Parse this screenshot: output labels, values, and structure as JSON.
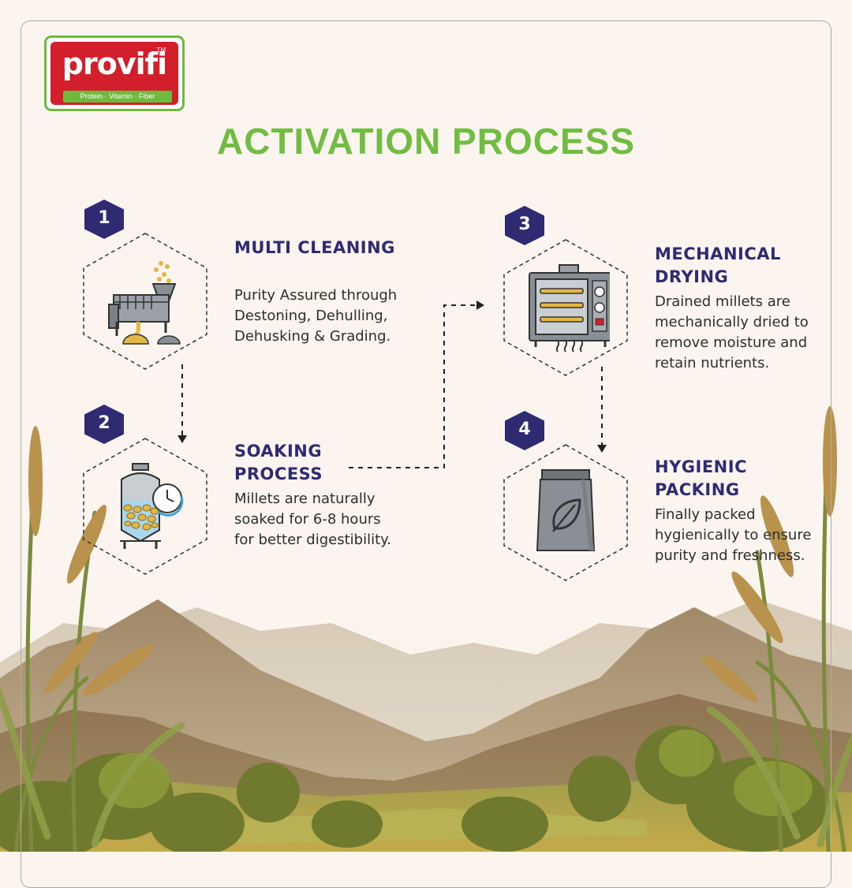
{
  "brand": {
    "name": "provifi",
    "trademark": "TM",
    "tagline": "Protein · Vitamin · Fiber",
    "colors": {
      "red": "#d21f2b",
      "green": "#6cbb3c"
    }
  },
  "title": "ACTIVATION PROCESS",
  "colors": {
    "title": "#71bd44",
    "heading": "#2f2a72",
    "badge": "#2f2a72",
    "background": "#fbf4ef"
  },
  "steps": [
    {
      "number": "1",
      "heading": "MULTI CLEANING",
      "description": "Purity Assured through Destoning, Dehulling, Dehusking & Grading.",
      "icon": "cleaning-machine-icon"
    },
    {
      "number": "2",
      "heading": "SOAKING PROCESS",
      "description": "Millets are naturally soaked for 6-8 hours for better digestibility.",
      "icon": "soaking-tank-icon"
    },
    {
      "number": "3",
      "heading": "MECHANICAL DRYING",
      "description": "Drained millets are mechanically dried to remove moisture and retain nutrients.",
      "icon": "drying-oven-icon"
    },
    {
      "number": "4",
      "heading": "HYGIENIC PACKING",
      "description": "Finally packed hygienically to ensure purity and freshness.",
      "icon": "leaf-pouch-icon"
    }
  ]
}
